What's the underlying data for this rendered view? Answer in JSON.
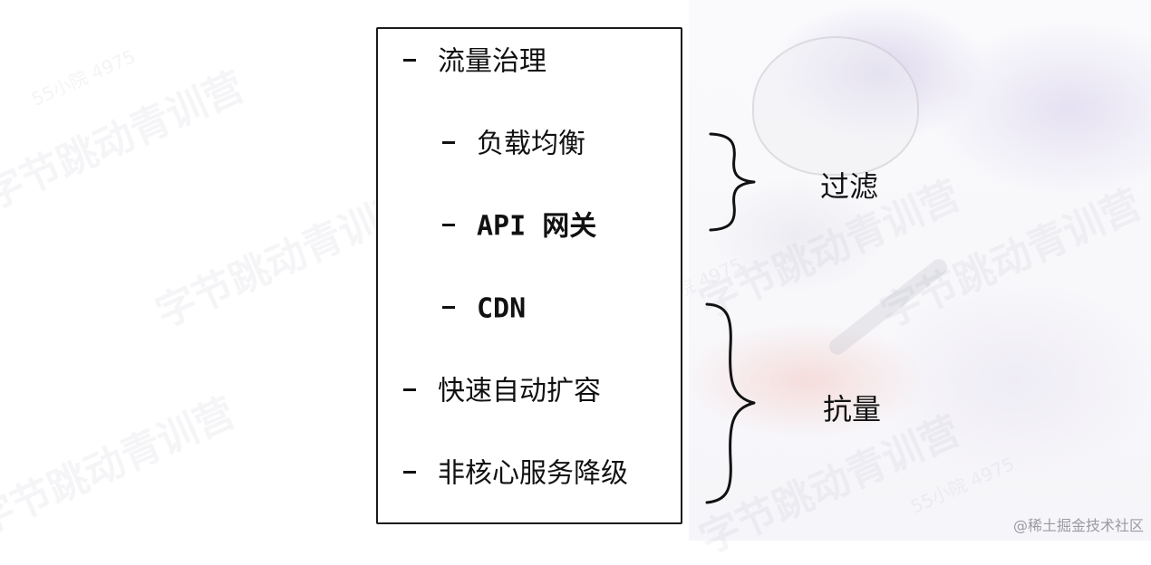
{
  "outline": {
    "items": [
      {
        "dash": "-",
        "label": "流量治理",
        "level": 0
      },
      {
        "dash": "-",
        "label": "负载均衡",
        "level": 1
      },
      {
        "dash": "-",
        "label": "API 网关",
        "level": 1
      },
      {
        "dash": "-",
        "label": "CDN",
        "level": 1
      },
      {
        "dash": "-",
        "label": "快速自动扩容",
        "level": 0
      },
      {
        "dash": "-",
        "label": "非核心服务降级",
        "level": 0
      }
    ]
  },
  "braces": {
    "filter": {
      "label": "过滤",
      "covers": [
        "负载均衡",
        "API 网关"
      ]
    },
    "resist": {
      "label": "抗量",
      "covers": [
        "CDN",
        "快速自动扩容",
        "非核心服务降级"
      ]
    }
  },
  "watermark": {
    "main": "字节跳动青训营",
    "id": "55小院 4975"
  },
  "credit": "@稀土掘金技术社区"
}
